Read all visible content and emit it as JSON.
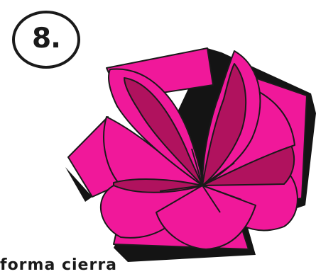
{
  "step": {
    "label": "8."
  },
  "caption": {
    "text": "forma  cierra"
  },
  "colors": {
    "petal": "#f0189a",
    "petal_dark": "#b0125e",
    "outline": "#1a1a1a",
    "shadow": "#141414"
  },
  "illustration": {
    "subject": "lotus-flower"
  }
}
